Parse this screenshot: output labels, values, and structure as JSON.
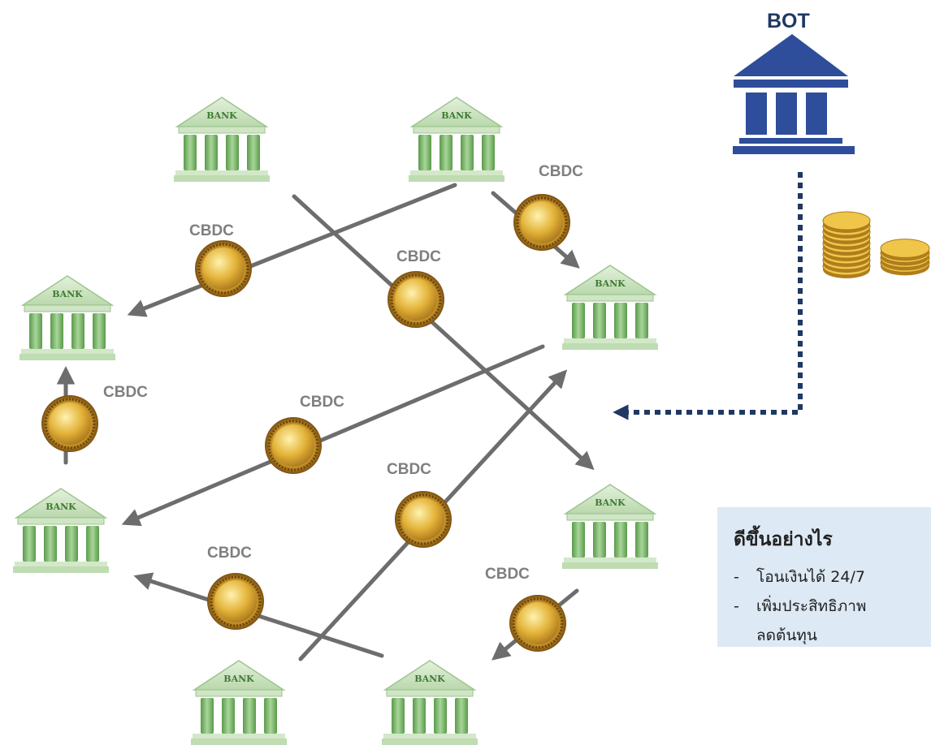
{
  "bot": {
    "label": "BOT",
    "icon": "central-bank-icon",
    "color": "#2e4d9a"
  },
  "coin_token": "CBDC",
  "cbdc_labels": [
    "CBDC",
    "CBDC",
    "CBDC",
    "CBDC",
    "CBDC",
    "CBDC",
    "CBDC",
    "CBDC"
  ],
  "bank_sign": "BANK",
  "banks": [
    "bank-a",
    "bank-b",
    "bank-c",
    "bank-d",
    "bank-e",
    "bank-f",
    "bank-g",
    "bank-h"
  ],
  "benefits": {
    "title": "ดีขึ้นอย่างไร",
    "items": [
      {
        "dash": "-",
        "text": "โอนเงินได้ 24/7"
      },
      {
        "dash": "-",
        "text": "เพิ่มประสิทธิภาพ"
      }
    ],
    "continuation": "ลดต้นทุน"
  },
  "colors": {
    "arrow": "#6d6d6d",
    "dotted": "#1f3864",
    "box": "#dde9f5",
    "bank_green": "#8fbf80"
  }
}
